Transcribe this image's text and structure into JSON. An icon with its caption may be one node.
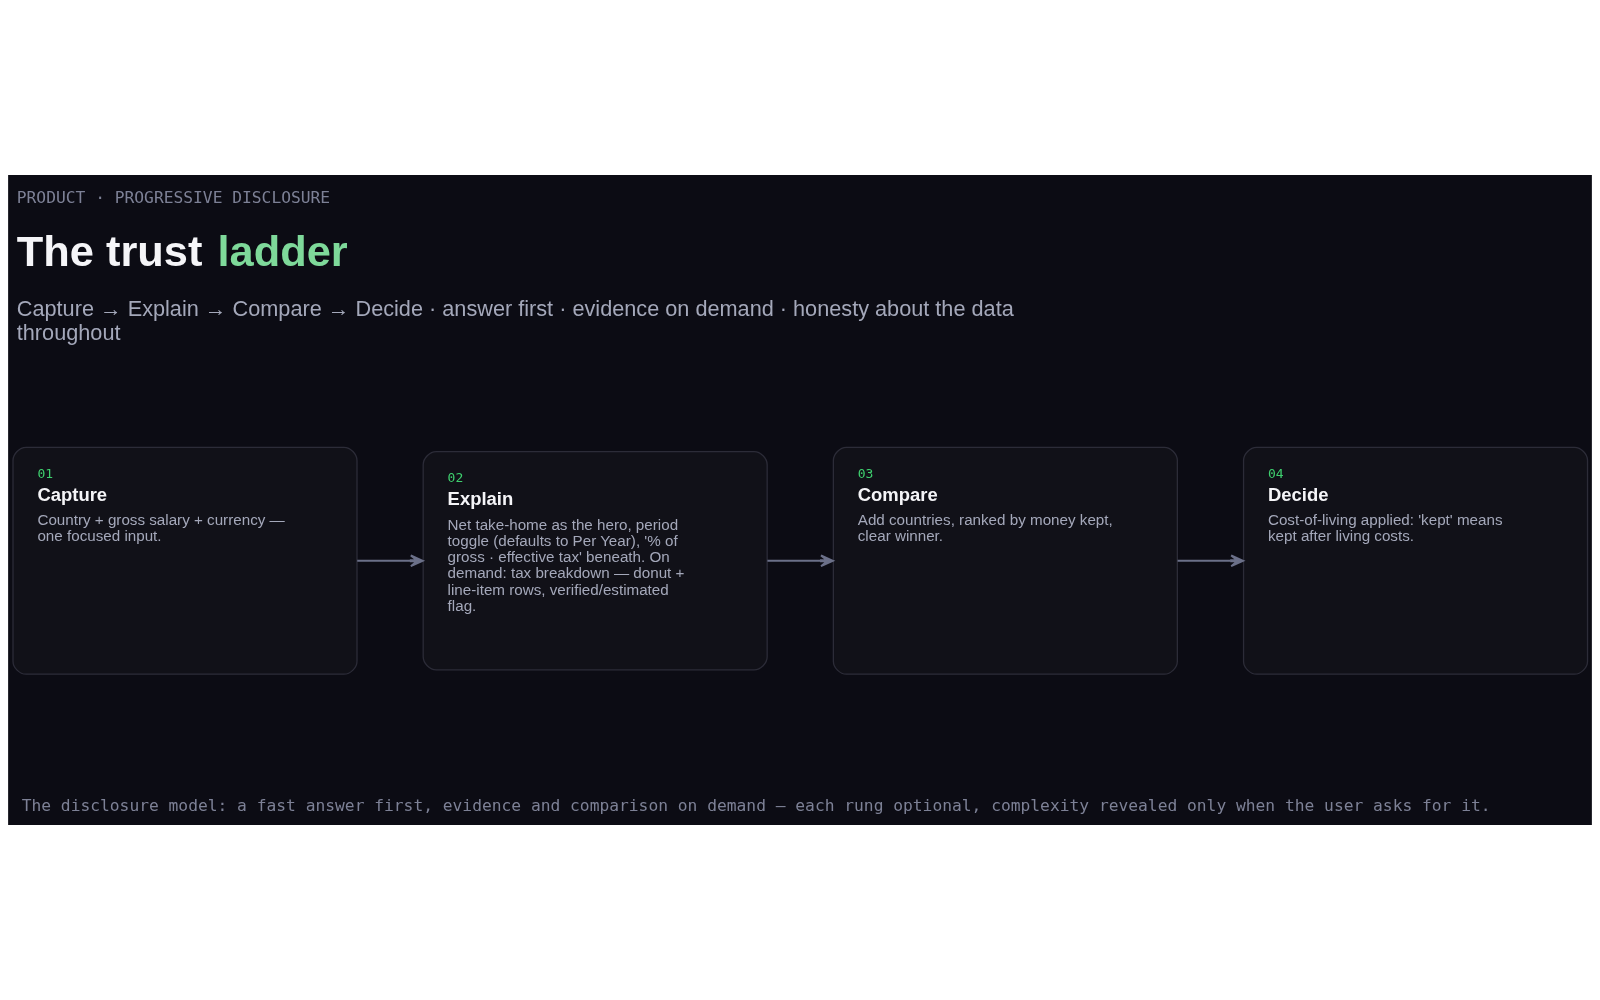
{
  "diagram": {
    "title": "The trust ladder",
    "caption": "The disclosure model: a fast answer first, evidence and comparison on demand — each rung optional, complexity revealed only when the user asks for it.",
    "nodes": [
      {
        "text": [
          "01",
          "Capture",
          "Country + gross salary + currency — one focused input."
        ]
      },
      {
        "text": [
          "02",
          "Explain",
          "Net take-home as the hero, period toggle (defaults to Per Year), '% of gross · effective tax' beneath. On demand: tax breakdown — donut + line-item rows, verified/estimated flag."
        ]
      },
      {
        "text": [
          "03",
          "Compare",
          "Add countries, ranked by money kept, clear winner."
        ]
      },
      {
        "text": [
          "04",
          "Decide",
          "Cost-of-living applied: 'kept' means kept after living costs."
        ]
      }
    ],
    "edges": [
      {
        "from": 0,
        "to": 1,
        "arrow": "to"
      },
      {
        "from": 1,
        "to": 2,
        "arrow": "to"
      },
      {
        "from": 2,
        "to": 3,
        "arrow": "to"
      }
    ],
    "labels": [
      "PRODUCT · PROGRESSIVE DISCLOSURE",
      "Capture → Explain → Compare → Decide · answer first · evidence on demand · honesty about the data throughout"
    ]
  }
}
